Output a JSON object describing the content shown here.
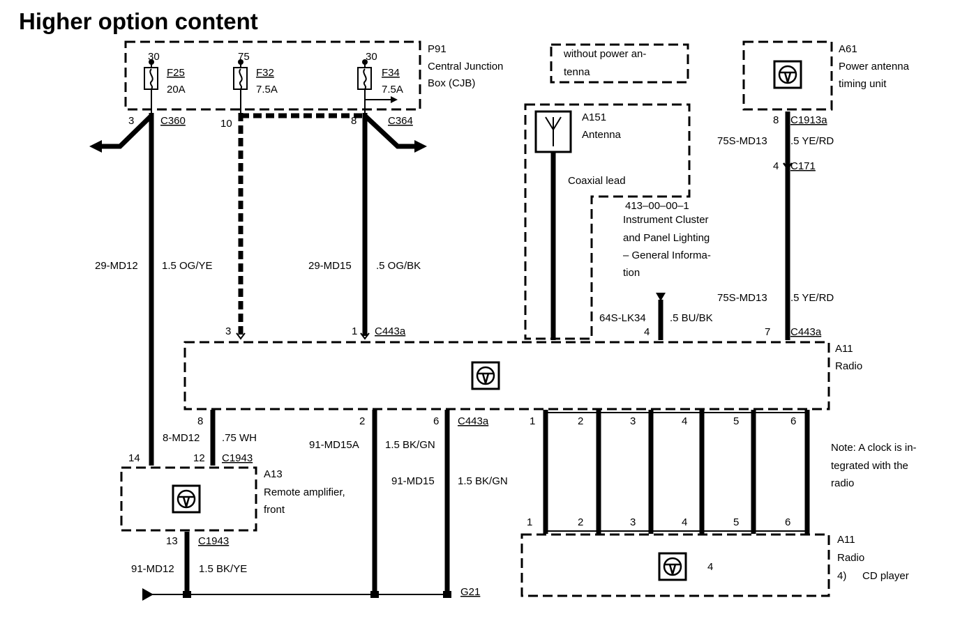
{
  "title": "Higher option content",
  "cjb": {
    "id": "P91",
    "name_l1": "Central Junction",
    "name_l2": "Box (CJB)"
  },
  "fuses": [
    {
      "pin": "30",
      "id": "F25",
      "rating": "20A"
    },
    {
      "pin": "75",
      "id": "F32",
      "rating": "7.5A"
    },
    {
      "pin": "30",
      "id": "F34",
      "rating": "7.5A"
    }
  ],
  "no_power_antenna": {
    "l1": "without power an-",
    "l2": "tenna"
  },
  "a61": {
    "id": "A61",
    "l1": "Power antenna",
    "l2": "timing unit"
  },
  "a151": {
    "id": "A151",
    "name": "Antenna",
    "coax": "Coaxial lead"
  },
  "ref_note": {
    "l1": "413–00–00–1",
    "l2": "Instrument Cluster",
    "l3": "and Panel Lighting",
    "l4": "– General Informa-",
    "l5": "tion"
  },
  "cjb_pins": {
    "c360_pin": "3",
    "c360": "C360",
    "pin_f32": "10",
    "c364_pin": "8",
    "c364": "C364"
  },
  "wires": {
    "w1_code": "29-MD12",
    "w1_spec": "1.5 OG/YE",
    "w2_code": "29-MD15",
    "w2_spec": ".5 OG/BK",
    "ant_pin1": "8",
    "ant_c1": "C1913a",
    "ant_code1": "75S-MD13",
    "ant_spec1": ".5 YE/RD",
    "ant_pin2": "4",
    "ant_c2": "C171",
    "ant_code2": "75S-MD13",
    "ant_spec2": ".5 YE/RD",
    "lk_code": "64S-LK34",
    "lk_spec": ".5 BU/BK"
  },
  "radio_top_pins": {
    "p3": "3",
    "p1": "1",
    "c443a_1": "C443a",
    "p4": "4",
    "p7": "7",
    "c443a_2": "C443a"
  },
  "radio": {
    "id": "A11",
    "name": "Radio"
  },
  "radio_bottom": {
    "p8": "8",
    "code8": "8-MD12",
    "spec8": ".75 WH",
    "p2": "2",
    "code2": "91-MD15A",
    "spec2": "1.5 BK/GN",
    "p6": "6",
    "c443a": "C443a",
    "code6": "91-MD15",
    "spec6": "1.5 BK/GN"
  },
  "bus_top_pins": [
    "1",
    "2",
    "3",
    "4",
    "5",
    "6"
  ],
  "bus_bottom_pins": [
    "1",
    "2",
    "3",
    "4",
    "5",
    "6"
  ],
  "note": {
    "l1": "Note: A clock is in-",
    "l2": "tegrated with the",
    "l3": "radio"
  },
  "amp": {
    "id": "A13",
    "l1": "Remote amplifier,",
    "l2": "front",
    "pin14": "14",
    "pin12": "12",
    "conn": "C1943",
    "pin13": "13",
    "conn2": "C1943",
    "code": "91-MD12",
    "spec": "1.5 BK/YE"
  },
  "cd": {
    "id": "A11",
    "name": "Radio",
    "note_num": "4)",
    "note_txt": "CD player",
    "inner": "4"
  },
  "ground": {
    "id": "G21"
  }
}
